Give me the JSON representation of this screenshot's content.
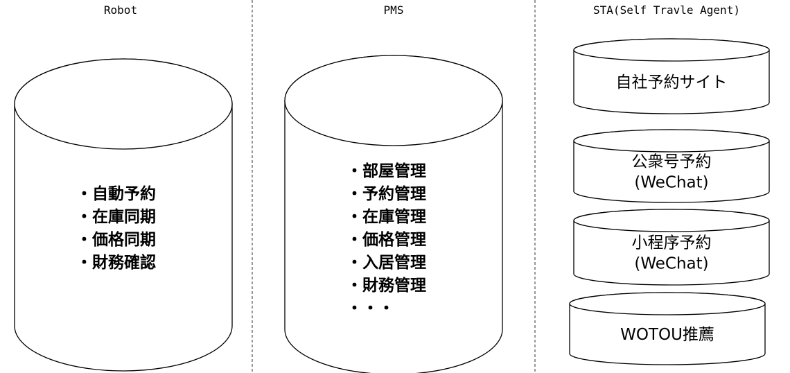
{
  "columns": {
    "robot": {
      "title": "Robot",
      "items": [
        "・自動予約",
        "・在庫同期",
        "・価格同期",
        "・財務確認"
      ]
    },
    "pms": {
      "title": "PMS",
      "items": [
        "・部屋管理",
        "・予約管理",
        "・在庫管理",
        "・価格管理",
        "・入居管理",
        "・財務管理",
        "・・・"
      ]
    },
    "sta": {
      "title": "STA(Self Travle Agent)",
      "disks": [
        [
          "自社予約サイト"
        ],
        [
          "公衆号予約",
          "(WeChat)"
        ],
        [
          "小程序予約",
          "(WeChat)"
        ],
        [
          "WOTOU推薦"
        ]
      ]
    }
  }
}
